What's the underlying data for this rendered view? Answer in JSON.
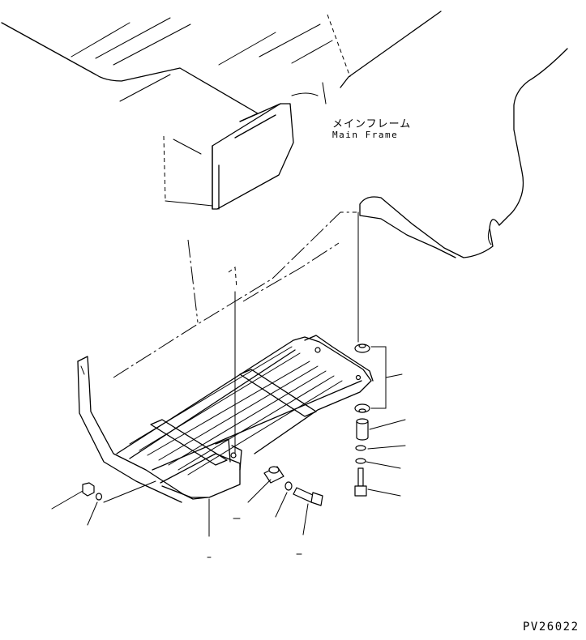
{
  "labels": {
    "main_frame_jp": "メインフレーム",
    "main_frame_en": "Main Frame"
  },
  "drawing_number": "PV26022"
}
